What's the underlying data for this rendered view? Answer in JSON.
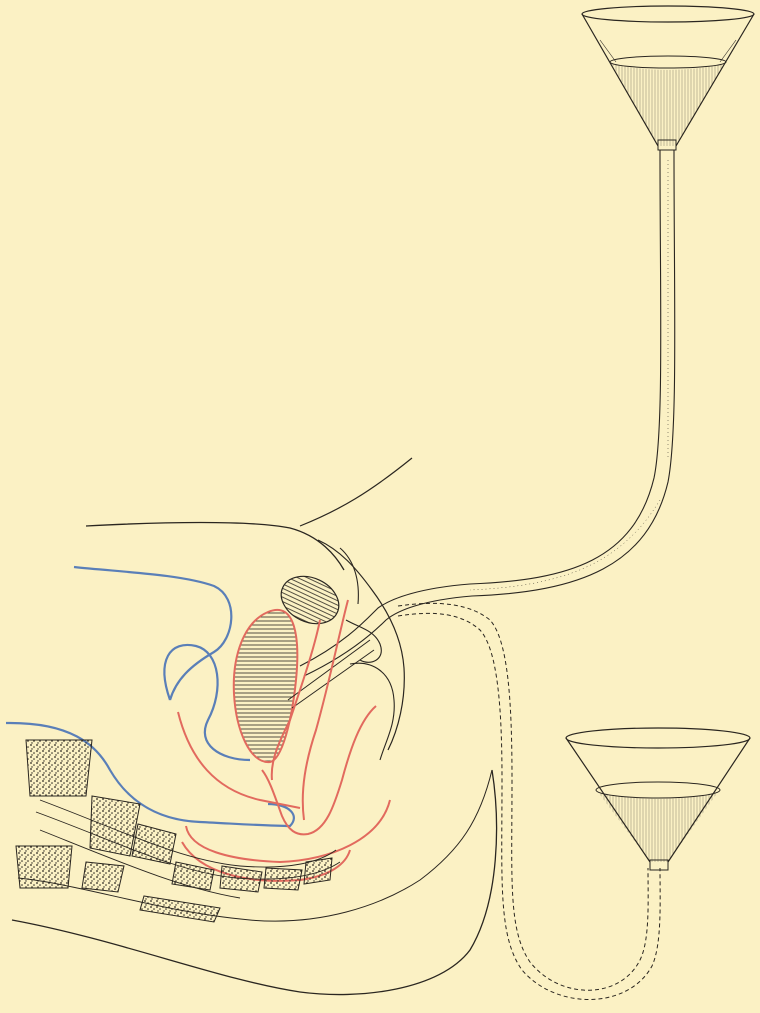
{
  "plate": {
    "background_color": "#fbf1c4",
    "ink_color": "#2a2620",
    "text_labels": []
  },
  "colors": {
    "line_black": "#2a2620",
    "line_blue": "#5a7fb8",
    "line_red": "#e26a5e",
    "funnel_fill_upper": "#f4edcf",
    "funnel_fill_lower": "#f4edcf"
  },
  "figures": {
    "upper_funnel": "raised-funnel-with-tube",
    "lower_funnel": "lowered-funnel-drain",
    "dashed_tube": "dotted-tube-path",
    "anatomy": "pelvic-sagittal-section"
  }
}
